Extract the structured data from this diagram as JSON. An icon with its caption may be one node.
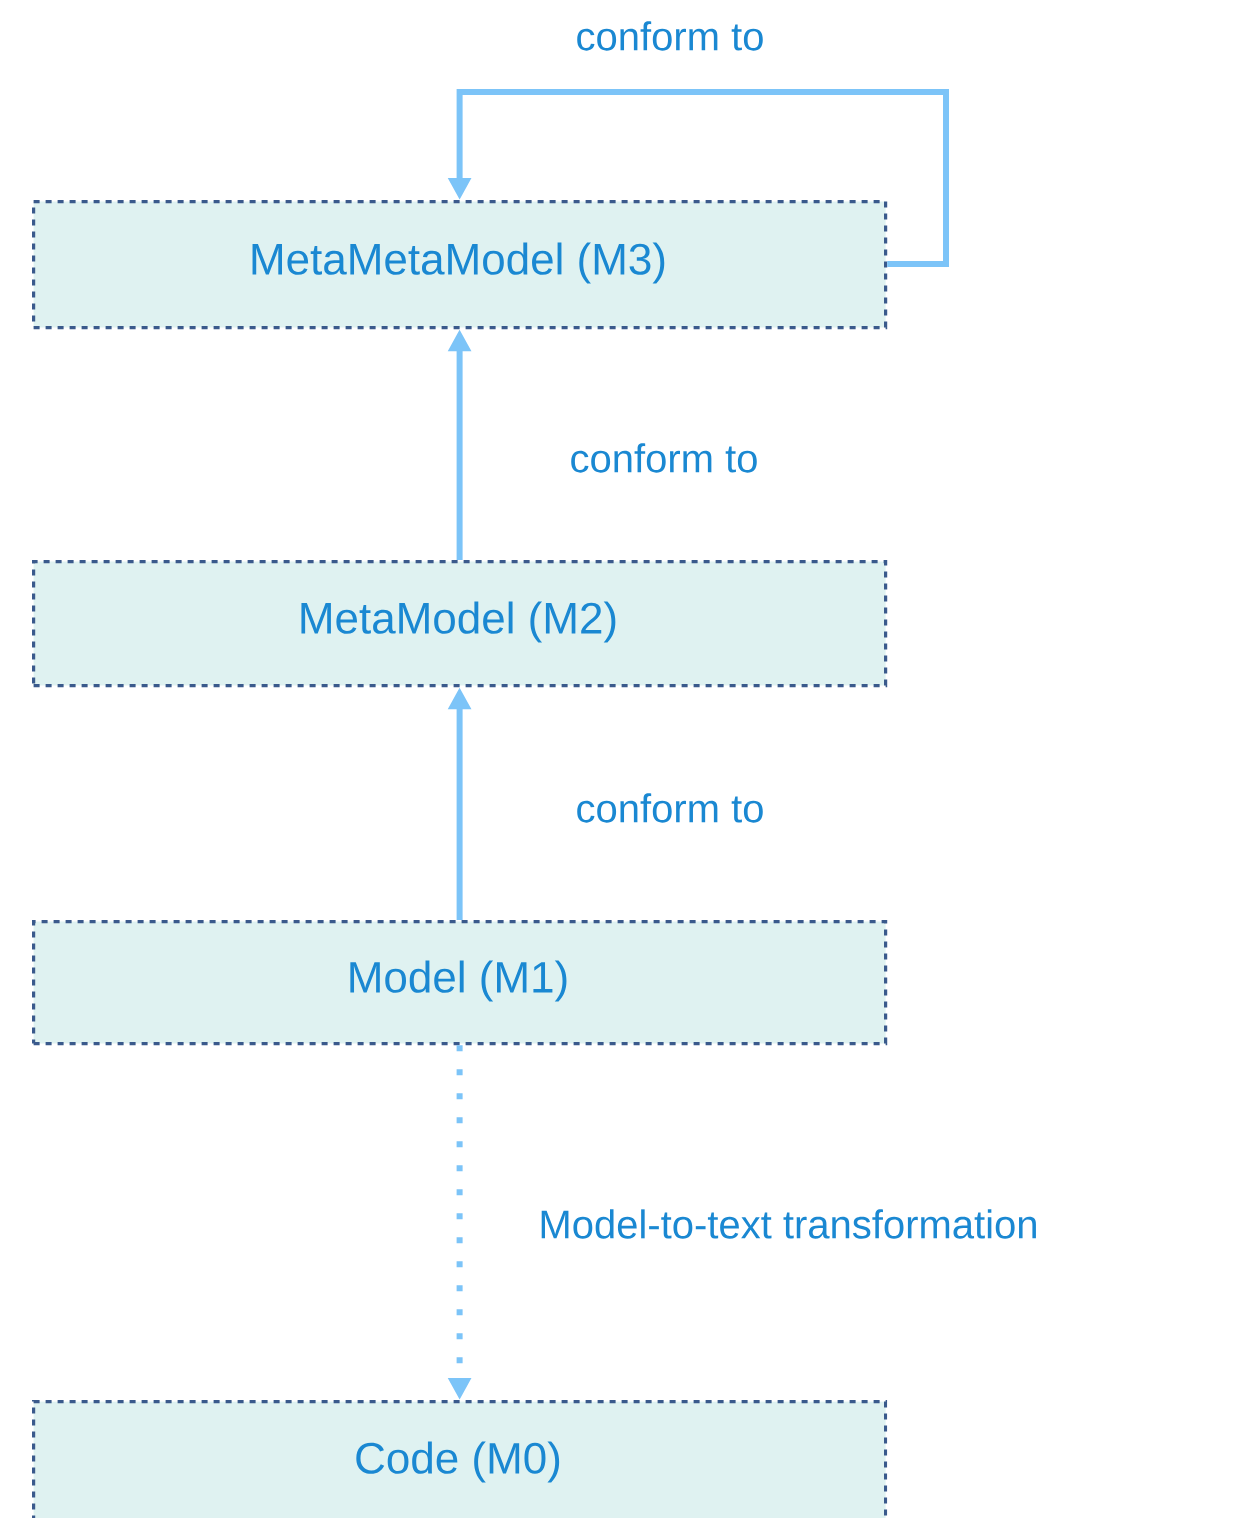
{
  "diagram": {
    "nodes": [
      {
        "text": [
          "MetaMetaModel (M3)"
        ]
      },
      {
        "text": [
          "MetaModel (M2)"
        ]
      },
      {
        "text": [
          "Model  (M1)"
        ]
      },
      {
        "text": [
          "Code  (M0)"
        ]
      }
    ],
    "edges": [
      {
        "from": 0,
        "to": 0,
        "arrow": "to",
        "label": "conform to"
      },
      {
        "from": 1,
        "to": 0,
        "arrow": "to",
        "label": "conform to"
      },
      {
        "from": 2,
        "to": 1,
        "arrow": "to",
        "label": "conform to"
      },
      {
        "from": 2,
        "to": 3,
        "arrow": "to",
        "label": "Model-to-text transformation",
        "style": "dashed"
      }
    ]
  }
}
